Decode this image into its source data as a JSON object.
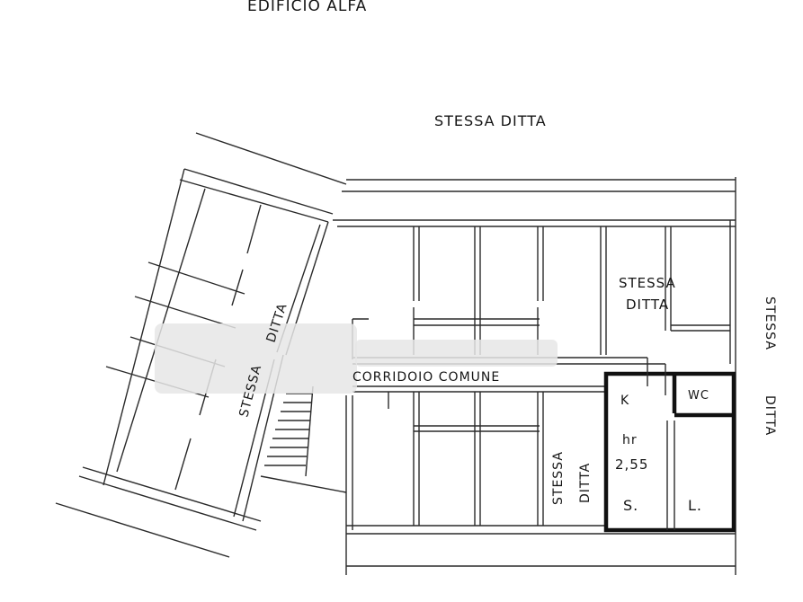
{
  "labels": {
    "building": "EDIFICIO ALFA",
    "top_owner": "STESSA DITTA",
    "right_room_line1": "STESSA",
    "right_room_line2": "DITTA",
    "right_edge_line1": "STESSA",
    "right_edge_line2": "DITTA",
    "left_wing_line1": "STESSA",
    "left_wing_line2": "DITTA",
    "bottom_room_line1": "STESSA",
    "bottom_room_line2": "DITTA",
    "corridor": "CORRIDOIO COMUNE",
    "kitchen": "K",
    "wc": "WC",
    "height_label": "hr",
    "height_value": "2,55",
    "room_s": "S.",
    "room_l": "L."
  }
}
